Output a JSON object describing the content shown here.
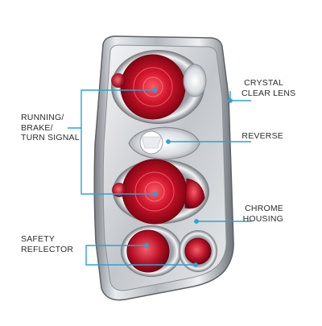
{
  "callouts": {
    "crystal_clear_lens": [
      "CRYSTAL",
      "CLEAR LENS"
    ],
    "running_brake_turn": [
      "RUNNING/",
      "BRAKE/",
      "TURN SIGNAL"
    ],
    "reverse": [
      "REVERSE"
    ],
    "chrome_housing": [
      "CHROME",
      "HOUSING"
    ],
    "safety_reflector": [
      "SAFETY",
      "REFLECTOR"
    ]
  },
  "colors": {
    "callout_line": "#2aa3d6",
    "lens_red": "#c8102e",
    "chrome": "#c9ccd0"
  },
  "icons": [
    "tail-light-image"
  ]
}
